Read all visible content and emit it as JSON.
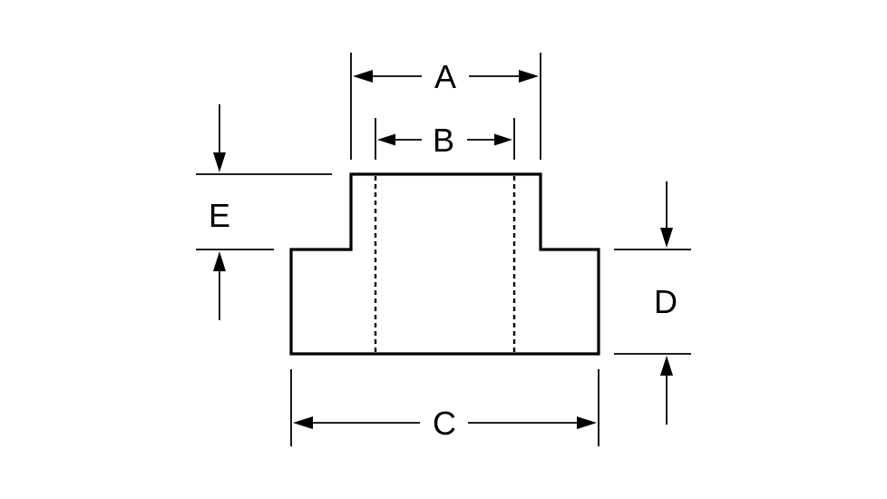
{
  "diagram": {
    "labels": {
      "a": "A",
      "b": "B",
      "c": "C",
      "d": "D",
      "e": "E"
    },
    "colors": {
      "line": "#000000",
      "background": "#ffffff"
    }
  }
}
